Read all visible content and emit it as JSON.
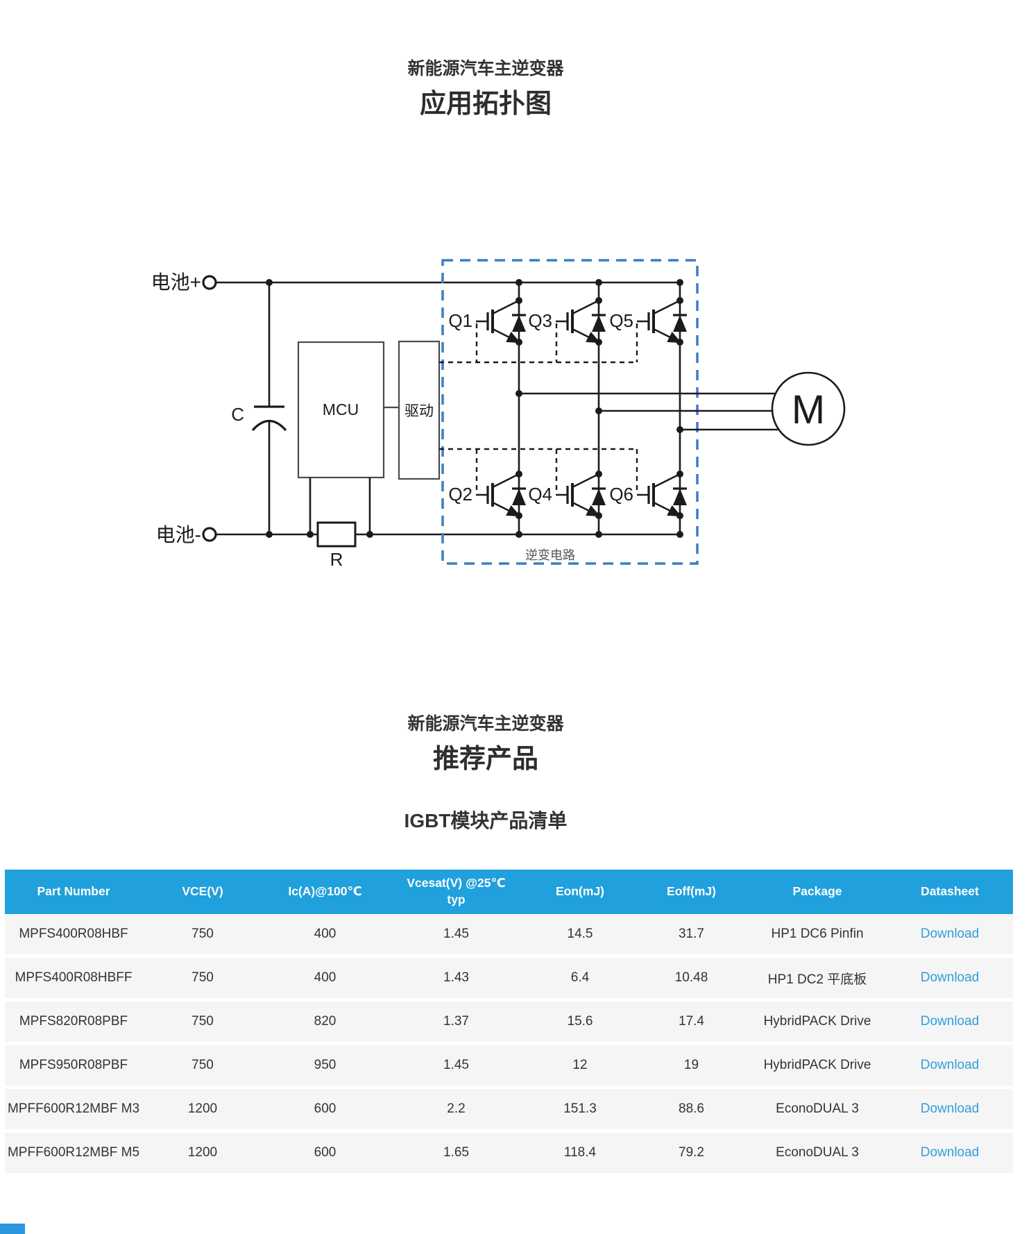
{
  "topology_section": {
    "subtitle": "新能源汽车主逆变器",
    "title": "应用拓扑图"
  },
  "products_section": {
    "subtitle": "新能源汽车主逆变器",
    "title": "推荐产品",
    "list_title": "IGBT模块产品清单"
  },
  "circuit": {
    "battery_plus": "电池+",
    "battery_minus": "电池-",
    "capacitor_label": "C",
    "resistor_label": "R",
    "mcu_label": "MCU",
    "driver_label": "驱动",
    "motor_label": "M",
    "inverter_box_label": "逆变电路",
    "igbt_labels": [
      "Q1",
      "Q2",
      "Q3",
      "Q4",
      "Q5",
      "Q6"
    ],
    "dashed_box_color": "#3E7BC7"
  },
  "table": {
    "header_bg": "#20A0DC",
    "link_color": "#2F9FD8",
    "columns": [
      "Part Number",
      "VCE(V)",
      "Ic(A)@100℃",
      "Vcesat(V) @25℃",
      "Eon(mJ)",
      "Eoff(mJ)",
      "Package",
      "Datasheet"
    ],
    "vcesat_line2": "typ",
    "download_label": "Download",
    "rows": [
      {
        "part": "MPFS400R08HBF",
        "vce": "750",
        "ic": "400",
        "vcesat": "1.45",
        "eon": "14.5",
        "eoff": "31.7",
        "pkg": "HP1 DC6 Pinfin"
      },
      {
        "part": "MPFS400R08HBFF",
        "vce": "750",
        "ic": "400",
        "vcesat": "1.43",
        "eon": "6.4",
        "eoff": "10.48",
        "pkg": "HP1 DC2 平底板"
      },
      {
        "part": "MPFS820R08PBF",
        "vce": "750",
        "ic": "820",
        "vcesat": "1.37",
        "eon": "15.6",
        "eoff": "17.4",
        "pkg": "HybridPACK Drive"
      },
      {
        "part": "MPFS950R08PBF",
        "vce": "750",
        "ic": "950",
        "vcesat": "1.45",
        "eon": "12",
        "eoff": "19",
        "pkg": "HybridPACK Drive"
      },
      {
        "part": "MPFF600R12MBF M3",
        "vce": "1200",
        "ic": "600",
        "vcesat": "2.2",
        "eon": "151.3",
        "eoff": "88.6",
        "pkg": "EconoDUAL 3"
      },
      {
        "part": "MPFF600R12MBF M5",
        "vce": "1200",
        "ic": "600",
        "vcesat": "1.65",
        "eon": "118.4",
        "eoff": "79.2",
        "pkg": "EconoDUAL 3"
      }
    ]
  }
}
